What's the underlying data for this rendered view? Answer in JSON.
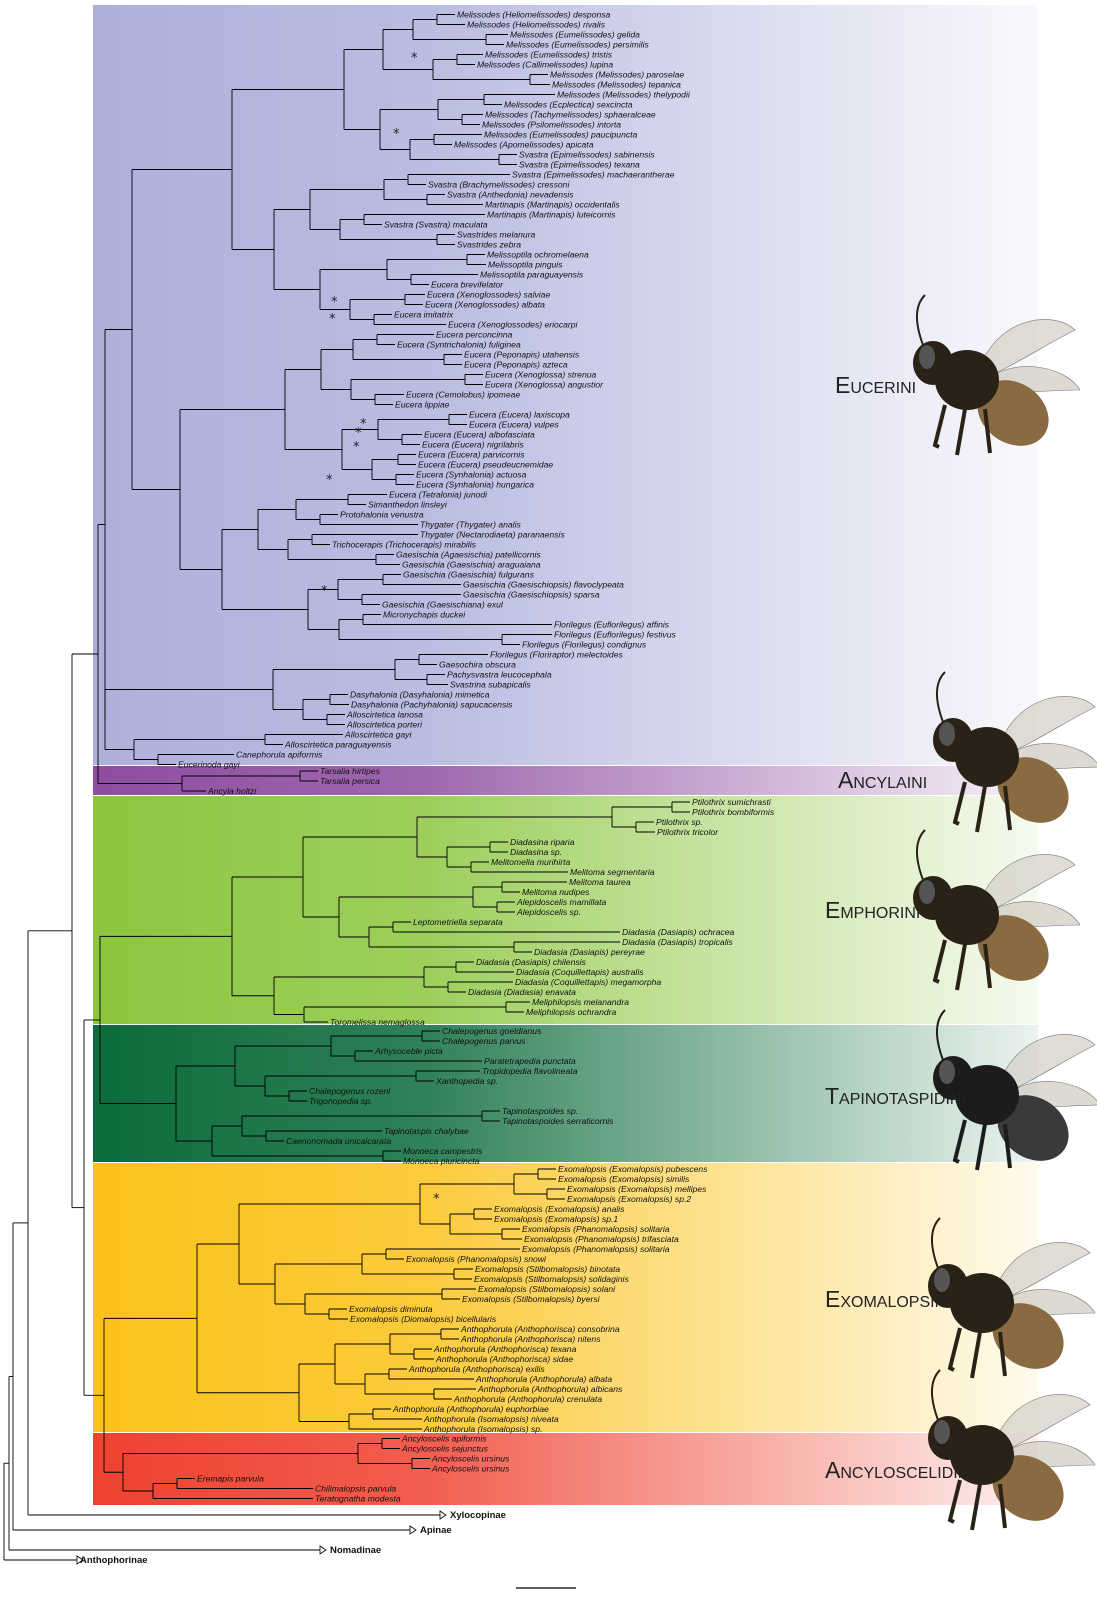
{
  "colors": {
    "eucerini": "#aeb0dc",
    "ancylaini": "#8e4da0",
    "emphorini": "#8cc63f",
    "tapinotaspidini": "#0b6b3a",
    "exomalopsini": "#fbc219",
    "ancyloscelidini": "#ef4130"
  },
  "tribes": [
    {
      "key": "eucerini",
      "label": "Eucerini"
    },
    {
      "key": "ancylaini",
      "label": "Ancylaini"
    },
    {
      "key": "emphorini",
      "label": "Emphorini"
    },
    {
      "key": "tapinotaspidini",
      "label": "Tapinotaspidini"
    },
    {
      "key": "exomalopsini",
      "label": "Exomalopsini"
    },
    {
      "key": "ancyloscelidini",
      "label": "Ancyloscelidini"
    }
  ],
  "taxa": {
    "eucerini": [
      "Melissodes (Heliomelissodes) desponsa",
      "Melissodes (Heliomelissodes) rivalis",
      "Melissodes (Eumelissodes) gelida",
      "Melissodes (Eumelissodes) persimilis",
      "Melissodes (Eumelissodes) tristis",
      "Melissodes (Callimelissodes) lupina",
      "Melissodes (Melissodes) paroselae",
      "Melissodes (Melissodes) tepanica",
      "Melissodes (Melissodes) thelypodii",
      "Melissodes (Ecplectica) sexcincta",
      "Melissodes (Tachymelissodes) sphaeralceae",
      "Melissodes (Psilomelissodes) intorta",
      "Melissodes (Eumelissodes) paucipuncta",
      "Melissodes (Apomelissodes) apicata",
      "Svastra (Epimelissodes) sabinensis",
      "Svastra (Epimelissodes) texana",
      "Svastra (Epimelissodes) machaerantherae",
      "Svastra (Brachymelissodes) cressoni",
      "Svastra (Anthedonia) nevadensis",
      "Martinapis (Martinapis) occidentalis",
      "Martinapis (Martinapis) luteicornis",
      "Svastra (Svastra) maculata",
      "Svastrides melanura",
      "Svastrides zebra",
      "Melissoptila ochromelaena",
      "Melissoptila pinguis",
      "Melissoptila paraguayensis",
      "Eucera brevifelator",
      "Eucera (Xenoglossodes) salviae",
      "Eucera (Xenoglossodes) albata",
      "Eucera imitatrix",
      "Eucera (Xenoglossodes) eriocarpi",
      "Eucera perconcinna",
      "Eucera (Syntrichalonia) fuliginea",
      "Eucera (Peponapis) utahensis",
      "Eucera (Peponapis) azteca",
      "Eucera (Xenoglossa) strenua",
      "Eucera (Xenoglossa) angustior",
      "Eucera (Cemolobus) ipomeae",
      "Eucera lippiae",
      "Eucera (Eucera) laxiscopa",
      "Eucera (Eucera) vulpes",
      "Eucera (Eucera) albofasciata",
      "Eucera (Eucera) nigrilabris",
      "Eucera (Eucera) parvicornis",
      "Eucera (Eucera) pseudeucnemidae",
      "Eucera (Synhalonia) actuosa",
      "Eucera (Synhalonia) hungarica",
      "Eucera (Tetralonia) junodi",
      "Simanthedon linsleyi",
      "Protohalonia venustra",
      "Thygater (Thygater) analis",
      "Thygater (Nectarodiaeta) paranaensis",
      "Trichocerapis (Trichocerapis) mirabilis",
      "Gaesischia (Agaesischia) patellicornis",
      "Gaesischia (Gaesischia) araguaiana",
      "Gaesischia (Gaesischia) fulgurans",
      "Gaesischia (Gaesischiopsis) flavoclypeata",
      "Gaesischia (Gaesischiopsis) sparsa",
      "Gaesischia (Gaesischiana) exul",
      "Micronychapis duckei",
      "Florilegus (Euflorilegus) affinis",
      "Florilegus (Euflorilegus) festivus",
      "Florilegus (Florilegus) condignus",
      "Florilegus (Floriraptor) melectoides",
      "Gaesochira obscura",
      "Pachysvastra leucocephala",
      "Svastrina subapicalis",
      "Dasyhalonia (Dasyhalonia) mimetica",
      "Dasyhalonia (Pachyhalonia) sapucacensis",
      "Alloscirtetica lanosa",
      "Alloscirtetica porteri",
      "Alloscirtetica gayi",
      "Alloscirtetica paraguayensis",
      "Canephorula apiformis",
      "Eucerinoda gayi"
    ],
    "ancylaini": [
      "Tarsalia hirtipes",
      "Tarsalia persica",
      "Ancyla holtzi"
    ],
    "emphorini": [
      "Ptilothrix sumichrasti",
      "Ptilothrix bombiformis",
      "Ptilothrix sp.",
      "Ptilothrix tricolor",
      "Diadasina riparia",
      "Diadasina sp.",
      "Melitomella murihirta",
      "Melitoma segmentaria",
      "Melitoma taurea",
      "Melitoma nudipes",
      "Alepidoscelis mamillata",
      "Alepidoscelis sp.",
      "Leptometriella separata",
      "Diadasia (Dasiapis) ochracea",
      "Diadasia (Dasiapis) tropicalis",
      "Diadasia (Dasiapis) pereyrae",
      "Diadasia (Dasiapis) chilensis",
      "Diadasia (Coquillettapis) australis",
      "Diadasia (Coquillettapis) megamorpha",
      "Diadasia (Diadasia) enavata",
      "Meliphilopsis melanandra",
      "Meliphilopsis ochrandra",
      "Toromelissa nemaglossa"
    ],
    "tapinotaspidini": [
      "Chalepogenus goeldianus",
      "Chalepogenus parvus",
      "Arhysoceble picta",
      "Paratetrapedia punctata",
      "Tropidopedia flavolineata",
      "Xanthopedia sp.",
      "Chalepogenus rozeni",
      "Trigonopedia sp.",
      "Tapinotaspoides sp.",
      "Tapinotaspoides serraticornis",
      "Tapinotaspis chalybae",
      "Caenonomada unicalcarata",
      "Monoeca campestris",
      "Monoeca pluricincta"
    ],
    "exomalopsini": [
      "Exomalopsis (Exomalopsis) pubescens",
      "Exomalopsis (Exomalopsis) similis",
      "Exomalopsis (Exomalopsis) mellipes",
      "Exomalopsis (Exomalopsis) sp.2",
      "Exomalopsis (Exomalopsis) analis",
      "Exomalopsis (Exomalopsis) sp.1",
      "Exomalopsis (Phanomalopsis) solitaria",
      "Exomalopsis (Phanomalopsis) trifasciata",
      "Exomalopsis (Phanomalopsis) solitaria",
      "Exomalopsis (Phanomalopsis) snowi",
      "Exomalopsis (Stilbomalopsis) binotata",
      "Exomalopsis (Stilbomalopsis) solidaginis",
      "Exomalopsis (Stilbomalopsis) solani",
      "Exomalopsis (Stilbomalopsis) byersi",
      "Exomalopsis diminuta",
      "Exomalopsis (Diomalopsis) bicellularis",
      "Anthophorula (Anthophorisca) consobrina",
      "Anthophorula (Anthophorisca) nitens",
      "Anthophorula (Anthophorisca) texana",
      "Anthophorula (Anthophorisca) sidae",
      "Anthophorula (Anthophorisca) exilis",
      "Anthophorula (Anthophorula) albata",
      "Anthophorula (Anthophorula) albicans",
      "Anthophorula (Anthophorula) crenulata",
      "Anthophorula (Anthophorula) euphorbiae",
      "Anthophorula (Isomalopsis) niveata",
      "Anthophorula (Isomalopsis) sp."
    ],
    "ancyloscelidini": [
      "Ancyloscelis apiformis",
      "Ancyloscelis sejunctus",
      "Ancyloscelis ursinus",
      "Ancyloscelis ursinus",
      "Eremapis parvula",
      "Chilimalopsis parvula",
      "Teratognatha modesta"
    ]
  },
  "outgroups": [
    "Xylocopinae",
    "Apinae",
    "Nomadinae",
    "Anthophorinae"
  ],
  "star_symbol": "*"
}
